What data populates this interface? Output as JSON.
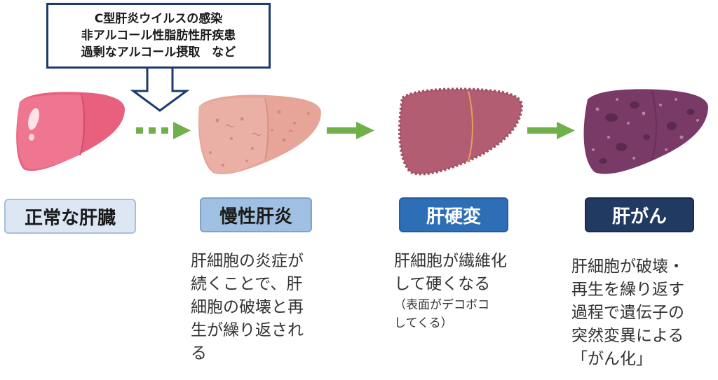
{
  "cause": {
    "lines": [
      "C型肝炎ウイルスの感染",
      "非アルコール性脂肪性肝疾患",
      "過剰なアルコール摂取　など"
    ]
  },
  "stages": [
    {
      "label": "正常な肝臓"
    },
    {
      "label": "慢性肝炎",
      "description": [
        "肝細胞の炎症が",
        "続くことで、肝",
        "細胞の破壊と再",
        "生が繰り返され",
        "る"
      ]
    },
    {
      "label": "肝硬変",
      "description": [
        "肝細胞が繊維化",
        "して硬くなる"
      ],
      "note": [
        "（表面がデコボコ",
        "してくる）"
      ]
    },
    {
      "label": "肝がん",
      "description": [
        "肝細胞が破壊・",
        "再生を繰り返す",
        "過程で遺伝子の",
        "突然変異による",
        "「がん化」"
      ]
    }
  ],
  "colors": {
    "arrow": "#6fb04a",
    "liver_normal": "#e8607e",
    "liver_chronic": "#e7a59a",
    "liver_cirrhosis": "#b35d73",
    "liver_cancer": "#7a3a68"
  }
}
